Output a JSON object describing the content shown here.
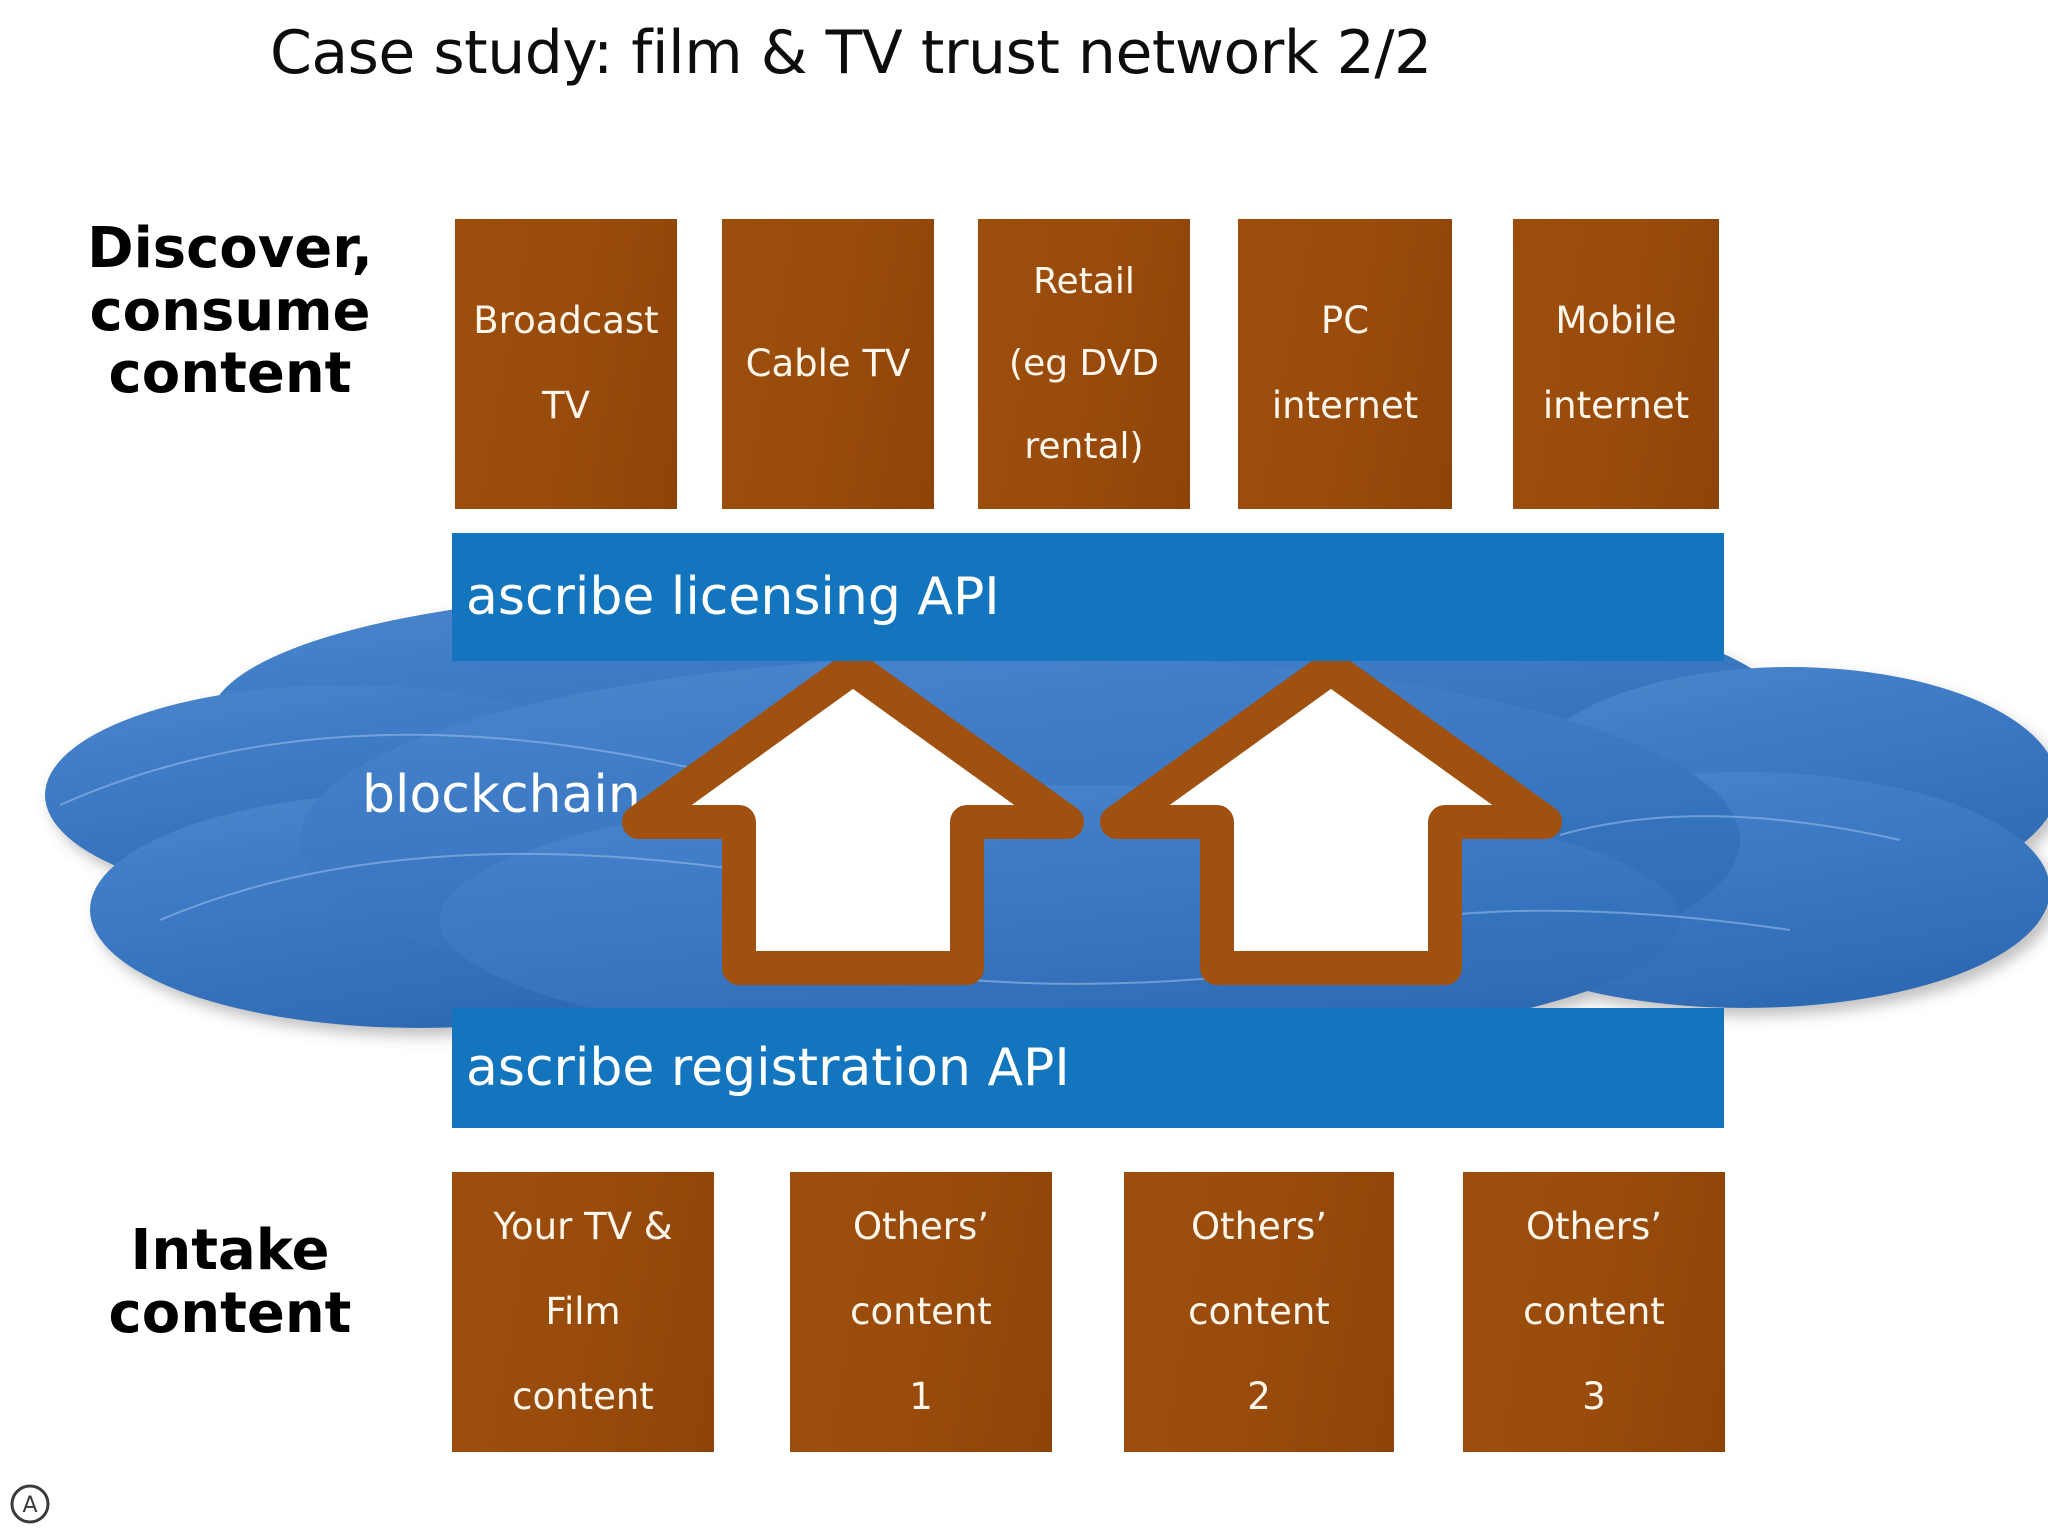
{
  "slide": {
    "title": "Case study: film & TV trust network 2/2"
  },
  "sections": {
    "top_heading": "Discover,\nconsume\ncontent",
    "top_heading_lines": [
      "Discover,",
      "consume",
      "content"
    ],
    "bottom_heading_lines": [
      "Intake",
      "content"
    ]
  },
  "consume_boxes": [
    {
      "label": "Broadcast\nTV",
      "lines": [
        "Broadcast",
        "TV"
      ]
    },
    {
      "label": "Cable TV",
      "lines": [
        "Cable TV"
      ]
    },
    {
      "label": "Retail\n(eg DVD\nrental)",
      "lines": [
        "Retail",
        "(eg DVD",
        "rental)"
      ]
    },
    {
      "label": "PC\ninternet",
      "lines": [
        "PC",
        "internet"
      ]
    },
    {
      "label": "Mobile\ninternet",
      "lines": [
        "Mobile",
        "internet"
      ]
    }
  ],
  "intake_boxes": [
    {
      "label": "Your TV &\nFilm\ncontent",
      "lines": [
        "Your TV &",
        "Film",
        "content"
      ]
    },
    {
      "label": "Others’\ncontent\n1",
      "lines": [
        "Others’",
        "content",
        "1"
      ]
    },
    {
      "label": "Others’\ncontent\n2",
      "lines": [
        "Others’",
        "content",
        "2"
      ]
    },
    {
      "label": "Others’\ncontent\n3",
      "lines": [
        "Others’",
        "content",
        "3"
      ]
    }
  ],
  "api_bars": {
    "licensing": "ascribe licensing API",
    "registration": "ascribe registration API"
  },
  "cloud": {
    "label": "blockchain"
  },
  "arrows": [
    {
      "name": "arrow-up-left",
      "direction": "up"
    },
    {
      "name": "arrow-up-right",
      "direction": "up"
    }
  ],
  "logo": {
    "name": "ascribe-circled-a-logo",
    "glyph": "A"
  },
  "colors": {
    "brown_box": "#9A4C0C",
    "brown_arrow_outline": "#A0500F",
    "api_blue": "#1275BE",
    "cloud_blue": "#3A77C2",
    "box_text": "#FFF6EC",
    "title_text": "#0D0D0D",
    "background": "#FFFFFF"
  }
}
